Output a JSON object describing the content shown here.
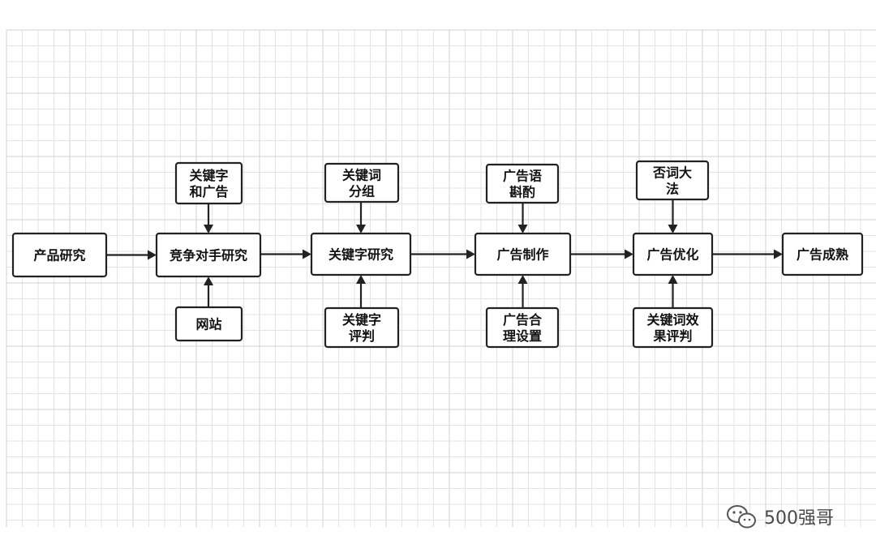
{
  "diagram": {
    "nodes": [
      {
        "id": "product-research",
        "lines": [
          "产品研究"
        ]
      },
      {
        "id": "competitor-research",
        "lines": [
          "竞争对手研究"
        ]
      },
      {
        "id": "keyword-ad-input",
        "lines": [
          "关键字",
          "和广告"
        ]
      },
      {
        "id": "website-input",
        "lines": [
          "网站"
        ]
      },
      {
        "id": "keyword-research",
        "lines": [
          "关键字研究"
        ]
      },
      {
        "id": "keyword-grouping-input",
        "lines": [
          "关键词",
          "分组"
        ]
      },
      {
        "id": "keyword-judgement-input",
        "lines": [
          "关键字",
          "评判"
        ]
      },
      {
        "id": "ad-production",
        "lines": [
          "广告制作"
        ]
      },
      {
        "id": "ad-copy-input",
        "lines": [
          "广告语",
          "斟酌"
        ]
      },
      {
        "id": "ad-settings-input",
        "lines": [
          "广告合",
          "理设置"
        ]
      },
      {
        "id": "ad-optimization",
        "lines": [
          "广告优化"
        ]
      },
      {
        "id": "negative-keyword-input",
        "lines": [
          "否词大",
          "法"
        ]
      },
      {
        "id": "keyword-effect-input",
        "lines": [
          "关键词效",
          "果评判"
        ]
      },
      {
        "id": "ad-maturity",
        "lines": [
          "广告成熟"
        ]
      }
    ],
    "edges": [
      {
        "from": "product-research",
        "to": "competitor-research"
      },
      {
        "from": "competitor-research",
        "to": "keyword-research"
      },
      {
        "from": "keyword-research",
        "to": "ad-production"
      },
      {
        "from": "ad-production",
        "to": "ad-optimization"
      },
      {
        "from": "ad-optimization",
        "to": "ad-maturity"
      },
      {
        "from": "keyword-ad-input",
        "to": "competitor-research"
      },
      {
        "from": "website-input",
        "to": "competitor-research"
      },
      {
        "from": "keyword-grouping-input",
        "to": "keyword-research"
      },
      {
        "from": "keyword-judgement-input",
        "to": "keyword-research"
      },
      {
        "from": "ad-copy-input",
        "to": "ad-production"
      },
      {
        "from": "ad-settings-input",
        "to": "ad-production"
      },
      {
        "from": "negative-keyword-input",
        "to": "ad-optimization"
      },
      {
        "from": "keyword-effect-input",
        "to": "ad-optimization"
      }
    ]
  },
  "watermark": {
    "text": "500强哥",
    "icon": "wechat-icon"
  },
  "colors": {
    "stroke": "#222222",
    "grid": "#e4e4e4",
    "text": "#111111"
  }
}
